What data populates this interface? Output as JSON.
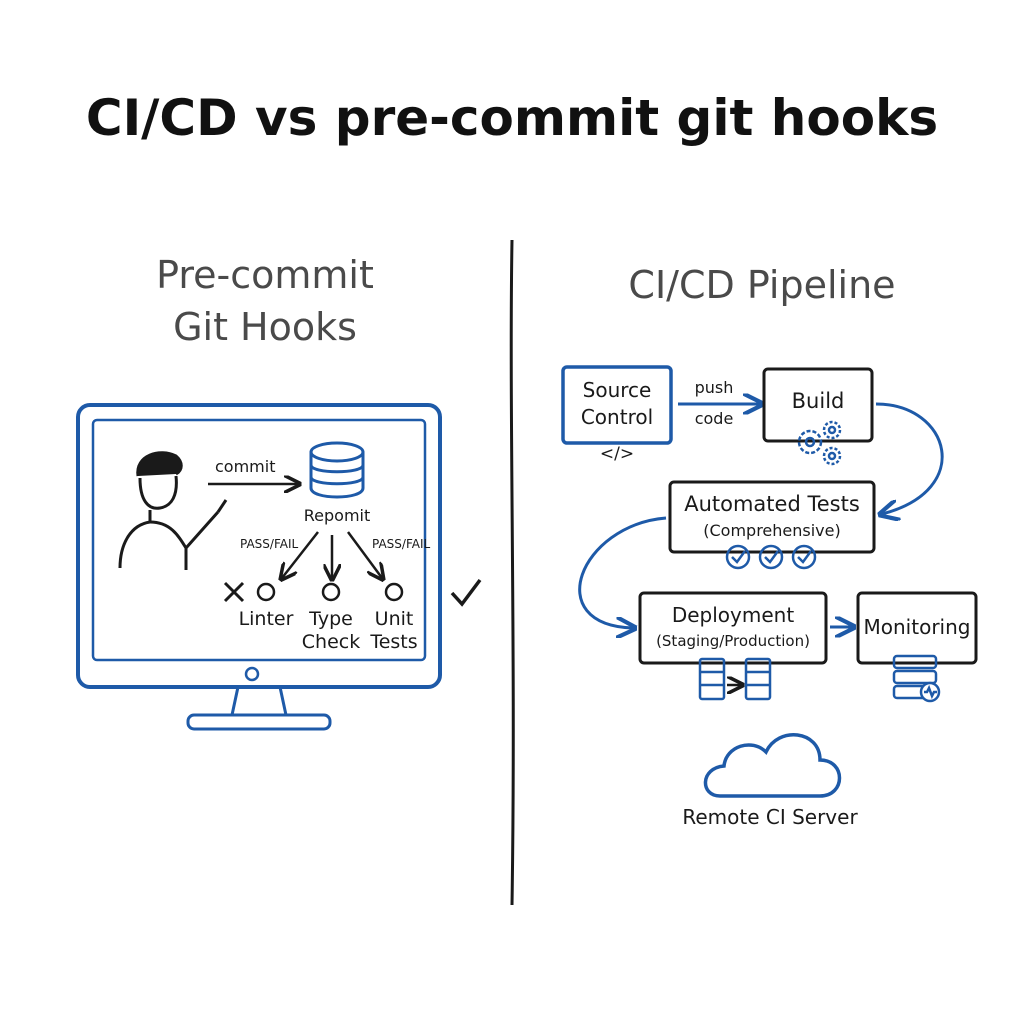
{
  "title": "CI/CD vs pre-commit git hooks",
  "colors": {
    "accent": "#1e5aa8",
    "ink": "#1a1a1a",
    "muted": "#4a4a4a"
  },
  "left": {
    "heading_line1": "Pre-commit",
    "heading_line2": "Git Hooks",
    "commit_label": "commit",
    "repo_label": "Repomit",
    "pass_fail_left": "PASS/FAIL",
    "pass_fail_right": "PASS/FAIL",
    "checks": [
      {
        "line1": "Linter",
        "line2": ""
      },
      {
        "line1": "Type",
        "line2": "Check"
      },
      {
        "line1": "Unit",
        "line2": "Tests"
      }
    ],
    "icons": [
      "person-icon",
      "database-icon",
      "x-mark-icon",
      "check-mark-icon",
      "monitor-icon"
    ]
  },
  "right": {
    "heading": "CI/CD Pipeline",
    "source": {
      "line1": "Source",
      "line2": "Control",
      "glyph": "</>"
    },
    "push_label_1": "push",
    "push_label_2": "code",
    "build": "Build",
    "tests": {
      "line1": "Automated Tests",
      "line2": "(Comprehensive)"
    },
    "deploy": {
      "line1": "Deployment",
      "line2": "(Staging/Production)"
    },
    "monitoring": "Monitoring",
    "server_label": "Remote CI Server",
    "icons": [
      "code-icon",
      "gears-icon",
      "check-circle-icon",
      "server-transfer-icon",
      "server-monitor-icon",
      "cloud-icon"
    ]
  }
}
